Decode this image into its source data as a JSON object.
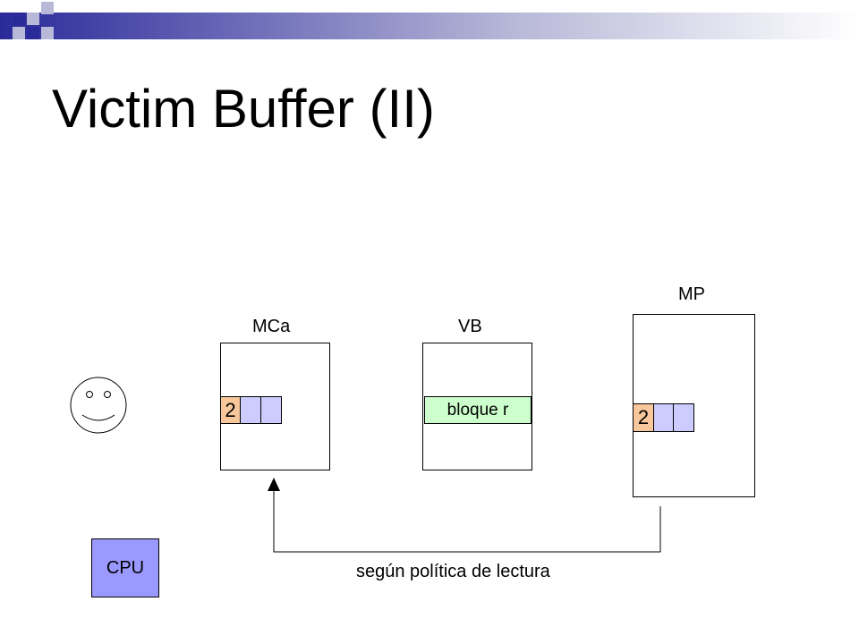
{
  "slide": {
    "title": "Victim Buffer (II)"
  },
  "diagram": {
    "mca": {
      "label": "MCa",
      "cell_value": "2"
    },
    "vb": {
      "label": "VB",
      "block_label": "bloque r"
    },
    "mp": {
      "label": "MP",
      "cell_value": "2"
    },
    "cpu": {
      "label": "CPU"
    },
    "arrow": {
      "label": "según política de lectura"
    },
    "colors": {
      "number_cell": "#f8c79b",
      "empty_cell": "#ccccff",
      "victim_block": "#ccffcc",
      "cpu_box": "#9999ff",
      "header_bar_dark": "#2a2a9a"
    },
    "icons": [
      "smiley-face-icon"
    ]
  }
}
